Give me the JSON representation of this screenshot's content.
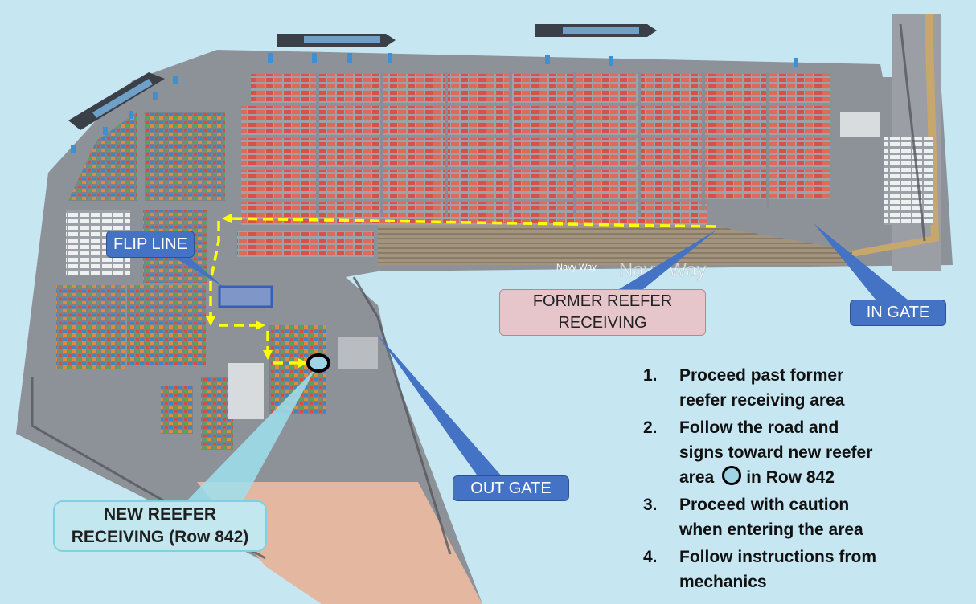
{
  "labels": {
    "flip_line": "FLIP LINE",
    "former_reefer": [
      "FORMER REEFER",
      "RECEIVING"
    ],
    "in_gate": "IN GATE",
    "out_gate": "OUT GATE",
    "new_reefer": [
      "NEW REEFER",
      "RECEIVING (Row 842)"
    ],
    "navy_way_road": "Navy Way",
    "navy_way_watermark": "Navy Way"
  },
  "instructions": [
    {
      "num": "1.",
      "lines": [
        "Proceed past former",
        "reefer receiving area"
      ]
    },
    {
      "num": "2.",
      "lines": [
        "Follow the road and",
        "signs toward new reefer"
      ],
      "last_line_before_icon": "area",
      "last_line_after_icon": "in Row 842"
    },
    {
      "num": "3.",
      "lines": [
        "Proceed with caution",
        "when entering the area"
      ]
    },
    {
      "num": "4.",
      "lines": [
        "Follow instructions from",
        "mechanics"
      ]
    }
  ],
  "colors": {
    "water": "#c6e6f2",
    "terminal": "#8e9399",
    "callout_blue": "#4472c4",
    "callout_pink": "#e6c5cb",
    "callout_teal": "#c3e7ef",
    "route_dash": "#ffff00",
    "container_red": "#d9534f",
    "sand": "#e3b7a0"
  },
  "icons": {
    "route": "yellow-dashed-arrow",
    "target": "circle-marker",
    "ships": "container-ship-icon",
    "cranes": "crane-icon"
  }
}
